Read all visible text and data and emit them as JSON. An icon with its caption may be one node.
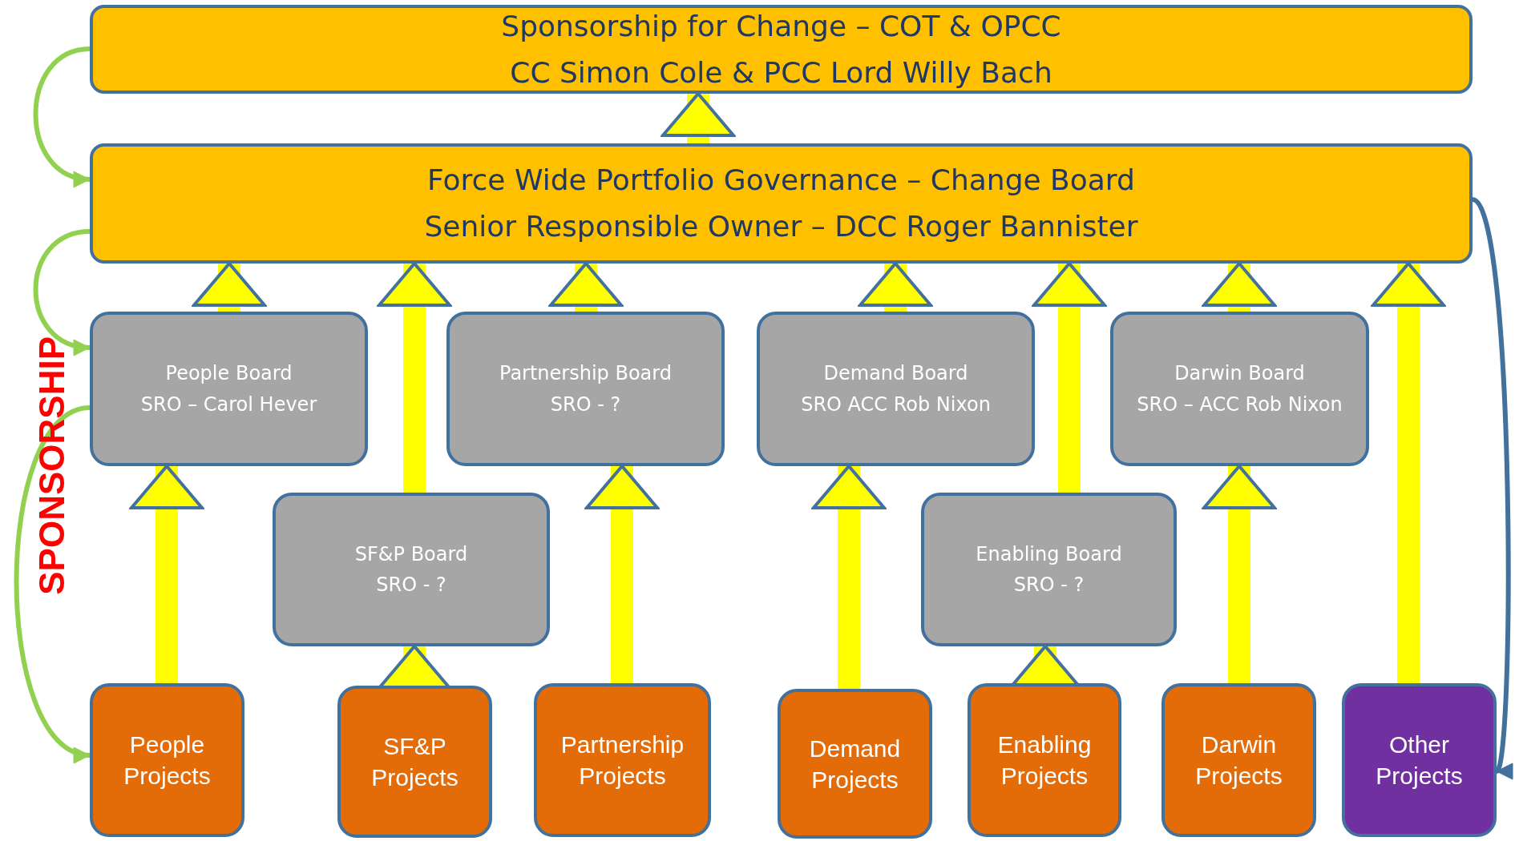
{
  "diagram": {
    "nodes": [
      {
        "text": [
          "Sponsorship for Change – COT & OPCC",
          "CC Simon Cole & PCC Lord Willy Bach"
        ]
      },
      {
        "text": [
          "Force Wide Portfolio Governance – Change Board",
          "Senior Responsible Owner – DCC Roger Bannister"
        ]
      },
      {
        "text": [
          "People Board",
          "SRO – Carol Hever"
        ]
      },
      {
        "text": [
          "Partnership Board",
          "SRO - ?"
        ]
      },
      {
        "text": [
          "Demand Board",
          "SRO ACC Rob Nixon"
        ]
      },
      {
        "text": [
          "Darwin Board",
          "SRO – ACC Rob Nixon"
        ]
      },
      {
        "text": [
          "SF&P Board",
          "SRO - ?"
        ]
      },
      {
        "text": [
          "Enabling Board",
          "SRO - ?"
        ]
      },
      {
        "text": [
          "People Projects"
        ]
      },
      {
        "text": [
          "SF&P Projects"
        ]
      },
      {
        "text": [
          "Partnership Projects"
        ]
      },
      {
        "text": [
          "Demand Projects"
        ]
      },
      {
        "text": [
          "Enabling Projects"
        ]
      },
      {
        "text": [
          "Darwin Projects"
        ]
      },
      {
        "text": [
          "Other Projects"
        ]
      }
    ],
    "edges": [
      {
        "from": 1,
        "to": 0,
        "arrow": "to"
      },
      {
        "from": 2,
        "to": 1,
        "arrow": "to"
      },
      {
        "from": 6,
        "to": 1,
        "arrow": "to"
      },
      {
        "from": 3,
        "to": 1,
        "arrow": "to"
      },
      {
        "from": 4,
        "to": 1,
        "arrow": "to"
      },
      {
        "from": 7,
        "to": 1,
        "arrow": "to"
      },
      {
        "from": 5,
        "to": 1,
        "arrow": "to"
      },
      {
        "from": 14,
        "to": 1,
        "arrow": "to"
      },
      {
        "from": 8,
        "to": 2,
        "arrow": "to"
      },
      {
        "from": 9,
        "to": 6,
        "arrow": "to"
      },
      {
        "from": 10,
        "to": 3,
        "arrow": "to"
      },
      {
        "from": 11,
        "to": 4,
        "arrow": "to"
      },
      {
        "from": 12,
        "to": 7,
        "arrow": "to"
      },
      {
        "from": 13,
        "to": 5,
        "arrow": "to"
      },
      {
        "from": 0,
        "to": 1,
        "arrow": "to",
        "color": "#92d050"
      },
      {
        "from": 1,
        "to": 2,
        "arrow": "to",
        "color": "#92d050"
      },
      {
        "from": 2,
        "to": 8,
        "arrow": "to",
        "color": "#92d050"
      },
      {
        "from": 1,
        "to": 14,
        "arrow": "to",
        "color": "#41719c"
      }
    ],
    "labels": [
      "SPONSORSHIP"
    ]
  }
}
